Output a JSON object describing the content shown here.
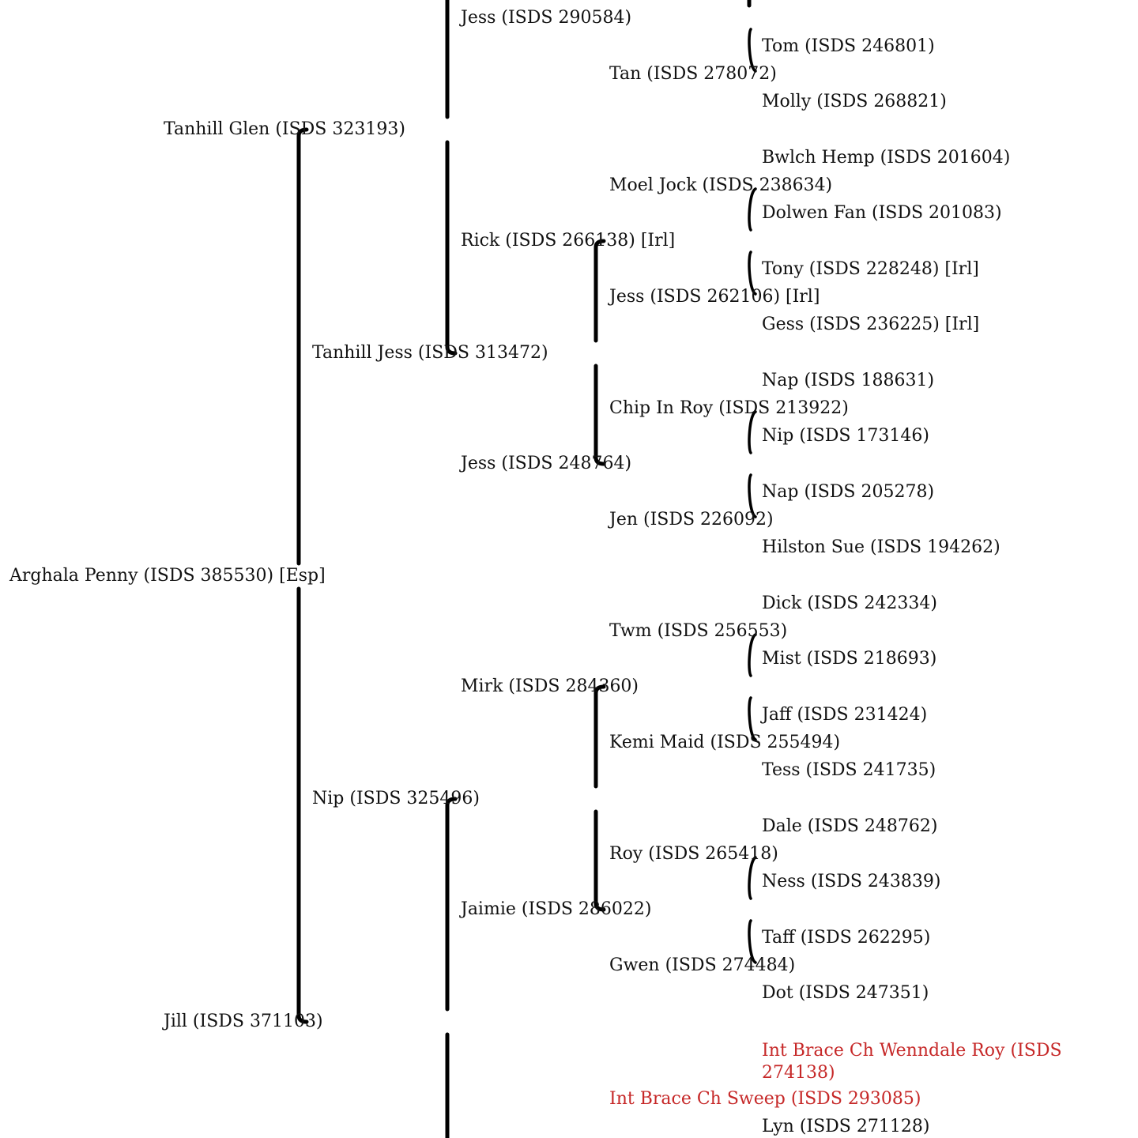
{
  "pedigree": {
    "root": {
      "label": "Arghala Penny (ISDS 385530) [Esp]"
    },
    "nodes": [
      {
        "id": "root",
        "label": "Arghala Penny (ISDS 385530) [Esp]"
      },
      {
        "id": "g1a",
        "label": "Tanhill Glen (ISDS 323193)"
      },
      {
        "id": "g1b",
        "label": "Jill (ISDS 371103)"
      },
      {
        "id": "g2b",
        "label": "Tanhill Jess (ISDS 313472)"
      },
      {
        "id": "g2c",
        "label": "Nip (ISDS 325496)"
      },
      {
        "id": "g3b",
        "label": "Jess (ISDS 290584)"
      },
      {
        "id": "g3c",
        "label": "Rick (ISDS 266138) [Irl]"
      },
      {
        "id": "g3d",
        "label": "Jess (ISDS 248764)"
      },
      {
        "id": "g3e",
        "label": "Mirk (ISDS 284360)"
      },
      {
        "id": "g3f",
        "label": "Jaimie (ISDS 286022)"
      },
      {
        "id": "g4d",
        "label": "Tan (ISDS 278072)"
      },
      {
        "id": "g4e",
        "label": "Moel Jock (ISDS 238634)"
      },
      {
        "id": "g4f",
        "label": "Jess (ISDS 262106) [Irl]"
      },
      {
        "id": "g4g",
        "label": "Chip In Roy (ISDS 213922)"
      },
      {
        "id": "g4h",
        "label": "Jen (ISDS 226092)"
      },
      {
        "id": "g4i",
        "label": "Twm (ISDS 256553)"
      },
      {
        "id": "g4j",
        "label": "Kemi Maid (ISDS 255494)"
      },
      {
        "id": "g4k",
        "label": "Roy (ISDS 265418)"
      },
      {
        "id": "g4l",
        "label": "Gwen (ISDS 274484)"
      },
      {
        "id": "g4m",
        "label": "Int Brace Ch Sweep (ISDS 293085)",
        "highlight": "true"
      },
      {
        "id": "g5a",
        "label": "Tom (ISDS 246801)"
      },
      {
        "id": "g5b",
        "label": "Molly (ISDS 268821)"
      },
      {
        "id": "g5c",
        "label": "Bwlch Hemp (ISDS 201604)"
      },
      {
        "id": "g5d",
        "label": "Dolwen Fan (ISDS 201083)"
      },
      {
        "id": "g5e",
        "label": "Tony (ISDS 228248) [Irl]"
      },
      {
        "id": "g5f",
        "label": "Gess (ISDS 236225) [Irl]"
      },
      {
        "id": "g5g",
        "label": "Nap (ISDS 188631)"
      },
      {
        "id": "g5h",
        "label": "Nip (ISDS 173146)"
      },
      {
        "id": "g5i",
        "label": "Nap (ISDS 205278)"
      },
      {
        "id": "g5j",
        "label": "Hilston Sue (ISDS 194262)"
      },
      {
        "id": "g5k",
        "label": "Dick (ISDS 242334)"
      },
      {
        "id": "g5l",
        "label": "Mist (ISDS 218693)"
      },
      {
        "id": "g5m",
        "label": "Jaff (ISDS 231424)"
      },
      {
        "id": "g5n",
        "label": "Tess (ISDS 241735)"
      },
      {
        "id": "g5o",
        "label": "Dale (ISDS 248762)"
      },
      {
        "id": "g5p",
        "label": "Ness (ISDS 243839)"
      },
      {
        "id": "g5q",
        "label": "Taff (ISDS 262295)"
      },
      {
        "id": "g5r",
        "label": "Dot (ISDS 247351)"
      },
      {
        "id": "g5s",
        "label": "Int Brace Ch Wenndale Roy (ISDS 274138)",
        "highlight": "true"
      },
      {
        "id": "g5t",
        "label": "Lyn (ISDS 271128)"
      }
    ],
    "edges": [
      [
        "root",
        "g1a"
      ],
      [
        "root",
        "g1b"
      ],
      [
        "g1a",
        "g2b"
      ],
      [
        "g1b",
        "g2c"
      ],
      [
        "g2b",
        "g3c"
      ],
      [
        "g2b",
        "g3d"
      ],
      [
        "g2c",
        "g3e"
      ],
      [
        "g2c",
        "g3f"
      ],
      [
        "g3b",
        "g4d"
      ],
      [
        "g3c",
        "g4e"
      ],
      [
        "g3c",
        "g4f"
      ],
      [
        "g3d",
        "g4g"
      ],
      [
        "g3d",
        "g4h"
      ],
      [
        "g3e",
        "g4i"
      ],
      [
        "g3e",
        "g4j"
      ],
      [
        "g3f",
        "g4k"
      ],
      [
        "g3f",
        "g4l"
      ],
      [
        "g4d",
        "g5a"
      ],
      [
        "g4d",
        "g5b"
      ],
      [
        "g4e",
        "g5c"
      ],
      [
        "g4e",
        "g5d"
      ],
      [
        "g4f",
        "g5e"
      ],
      [
        "g4f",
        "g5f"
      ],
      [
        "g4g",
        "g5g"
      ],
      [
        "g4g",
        "g5h"
      ],
      [
        "g4h",
        "g5i"
      ],
      [
        "g4h",
        "g5j"
      ],
      [
        "g4i",
        "g5k"
      ],
      [
        "g4i",
        "g5l"
      ],
      [
        "g4j",
        "g5m"
      ],
      [
        "g4j",
        "g5n"
      ],
      [
        "g4k",
        "g5o"
      ],
      [
        "g4k",
        "g5p"
      ],
      [
        "g4l",
        "g5q"
      ],
      [
        "g4l",
        "g5r"
      ],
      [
        "g4m",
        "g5s"
      ],
      [
        "g4m",
        "g5t"
      ]
    ],
    "offpage_edges": [
      [
        "g1a",
        "up"
      ],
      [
        "g3b",
        "up"
      ],
      [
        "g1b",
        "down"
      ],
      [
        "g4m",
        "down"
      ]
    ],
    "colors": {
      "text": "#111111",
      "highlight": "#c62828",
      "bracket": "#000000"
    }
  }
}
